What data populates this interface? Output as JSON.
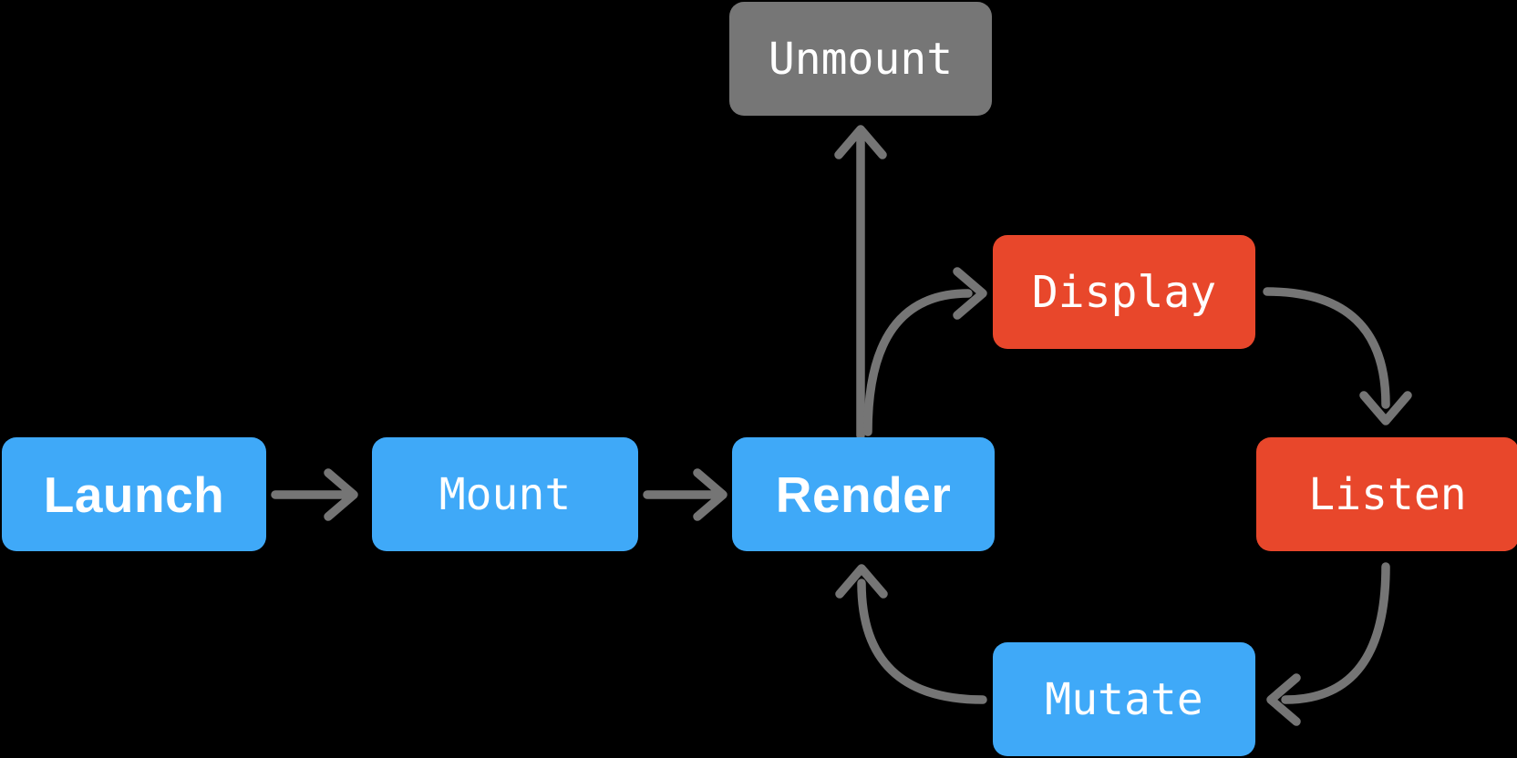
{
  "colors": {
    "background": "#000000",
    "blue": "#3FA9F8",
    "red": "#E8472B",
    "gray": "#767676",
    "arrow": "#757575",
    "label_text": "#FFFFFF"
  },
  "nodes": {
    "launch": {
      "label": "Launch",
      "color": "blue"
    },
    "mount": {
      "label": "Mount",
      "color": "blue"
    },
    "render": {
      "label": "Render",
      "color": "blue"
    },
    "unmount": {
      "label": "Unmount",
      "color": "gray"
    },
    "display": {
      "label": "Display",
      "color": "red"
    },
    "listen": {
      "label": "Listen",
      "color": "red"
    },
    "mutate": {
      "label": "Mutate",
      "color": "blue"
    }
  },
  "edges": [
    {
      "from": "Launch",
      "to": "Mount",
      "shape": "straight-right"
    },
    {
      "from": "Mount",
      "to": "Render",
      "shape": "straight-right"
    },
    {
      "from": "Render",
      "to": "Unmount",
      "shape": "straight-up"
    },
    {
      "from": "Render",
      "to": "Display",
      "shape": "arc-up-right"
    },
    {
      "from": "Display",
      "to": "Listen",
      "shape": "arc-right-down"
    },
    {
      "from": "Listen",
      "to": "Mutate",
      "shape": "arc-down-left"
    },
    {
      "from": "Mutate",
      "to": "Render",
      "shape": "arc-left-up"
    }
  ]
}
